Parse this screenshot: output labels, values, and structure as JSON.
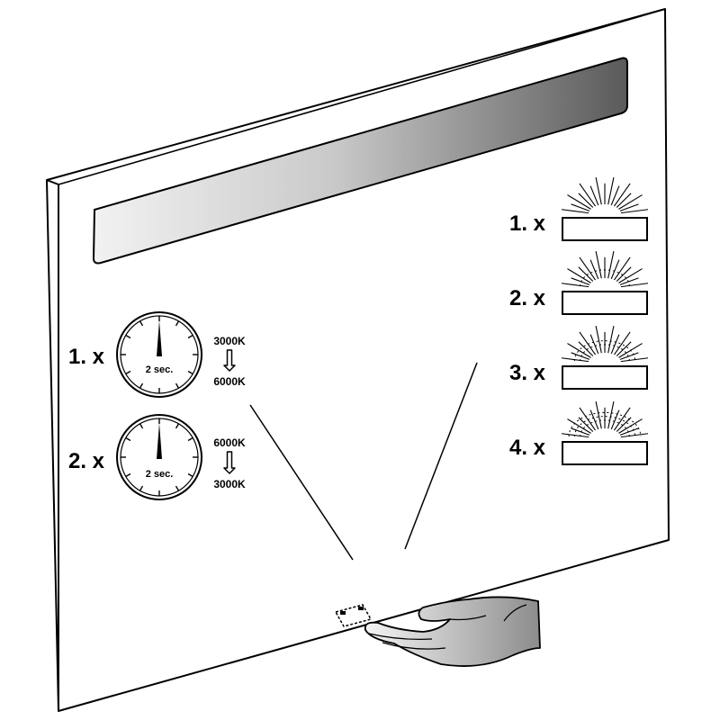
{
  "timer_steps": [
    {
      "step": "1. x",
      "duration": "2 sec.",
      "from": "3000K",
      "to": "6000K"
    },
    {
      "step": "2. x",
      "duration": "2 sec.",
      "from": "6000K",
      "to": "3000K"
    }
  ],
  "brightness_steps": [
    {
      "step": "1. x",
      "level": 1
    },
    {
      "step": "2. x",
      "level": 2
    },
    {
      "step": "3. x",
      "level": 3
    },
    {
      "step": "4. x",
      "level": 4
    }
  ],
  "colors": {
    "line": "#000000",
    "background": "#ffffff"
  },
  "icons": [
    "stopwatch-icon",
    "down-arrow-icon",
    "light-burst-icon",
    "hand-icon",
    "sensor-icon"
  ]
}
